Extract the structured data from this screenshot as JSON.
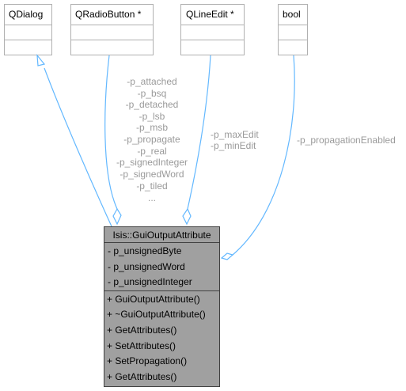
{
  "classes": {
    "qdialog": {
      "name": "QDialog"
    },
    "qradiobutton": {
      "name": "QRadioButton *"
    },
    "qlineedit": {
      "name": "QLineEdit *"
    },
    "bool": {
      "name": "bool"
    }
  },
  "main_class": {
    "name": "Isis::GuiOutputAttribute",
    "attributes": [
      "-  p_unsignedByte",
      "-  p_unsignedWord",
      "-  p_unsignedInteger"
    ],
    "methods": [
      "+ GuiOutputAttribute()",
      "+ ~GuiOutputAttribute()",
      "+ GetAttributes()",
      "+ SetAttributes()",
      "+ SetPropagation()",
      "+ GetAttributes()"
    ]
  },
  "edges": {
    "radio_labels": [
      "-p_attached",
      "-p_bsq",
      "-p_detached",
      "-p_lsb",
      "-p_msb",
      "-p_propagate",
      "-p_real",
      "-p_signedInteger",
      "-p_signedWord",
      "-p_tiled",
      "..."
    ],
    "lineedit_labels": [
      "-p_maxEdit",
      "-p_minEdit"
    ],
    "bool_labels": [
      "-p_propagationEnabled"
    ]
  },
  "colors": {
    "edge": "#63b8ff",
    "label": "#9a9a9a",
    "main_fill": "#a0a0a0",
    "box_border": "#b0b0b0"
  }
}
